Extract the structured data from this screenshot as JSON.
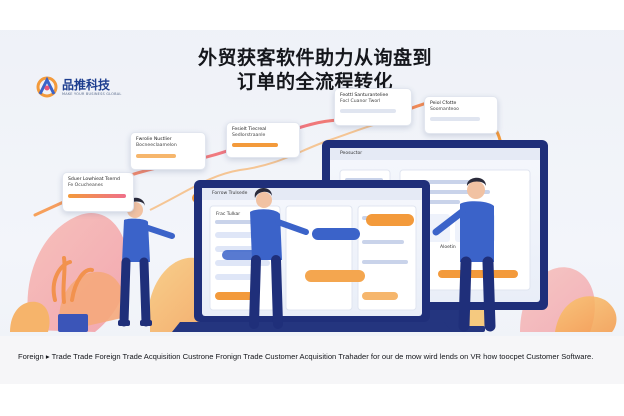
{
  "headline": {
    "line1": "外贸获客软件助力从询盘到",
    "line2": "订单的全流程转化"
  },
  "logo": {
    "name": "品推科技",
    "tagline": "MAKE YOUR BUSINESS GLOBAL",
    "icon": "pintui-logo-mark"
  },
  "footer": {
    "caption": "Foreign ▸ Trade Trade  Foreign Trade Acquisition Custrone Fronign Trade Customer Acquisition Trahader for our de mow wird lends  on VR how toocpet Customer Software."
  },
  "cards": [
    {
      "title": "Sduer Lowhieat Tsernd",
      "subtitle": "Fe Ocucheanes"
    },
    {
      "title": "Fwrolie Nustlier",
      "subtitle": "Bocneeclaamelon"
    },
    {
      "title": "Fesielt Tiecreal",
      "subtitle": "Sedlorstraanle"
    },
    {
      "title": "Feottl Santuranteliee",
      "subtitle": "Focl Cuanor Tworl"
    },
    {
      "title": "Peiol Cfotte",
      "subtitle": "Soomanteoo"
    }
  ],
  "laptop_left": {
    "header": "Forrow Trulsede",
    "menu_item": "Frac Tulkar"
  },
  "monitor_right": {
    "header": "Peosuctor",
    "sub": "Aloetin"
  },
  "colors": {
    "accent_orange": "#f39a3b",
    "accent_blue": "#3b63c9",
    "accent_pink": "#e8557a",
    "frame_navy": "#1f2f7a"
  }
}
